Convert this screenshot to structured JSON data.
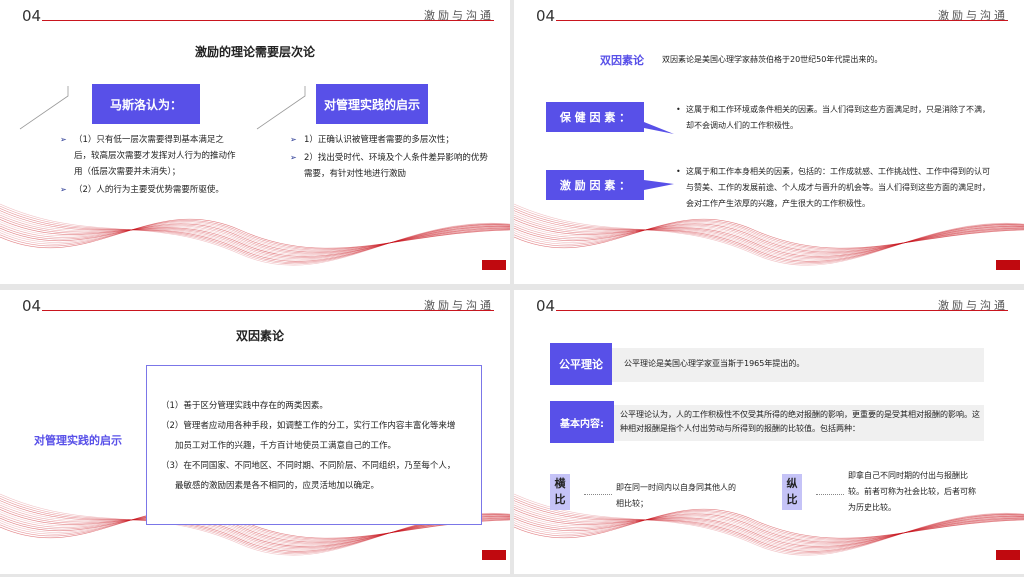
{
  "common": {
    "number": "04",
    "subject": "激励与沟通"
  },
  "slide1": {
    "title": "激励的理论需要层次论",
    "left_box": "马斯洛认为：",
    "right_box": "对管理实践的启示",
    "left_items": [
      "（1）只有低一层次需要得到基本满足之后，较高层次需要才发挥对人行为的推动作用（低层次需要并未消失）；",
      "（2）人的行为主要受优势需要所驱使。"
    ],
    "right_items": [
      "1）正确认识被管理者需要的多层次性；",
      "2）找出受时代、环境及个人条件差异影响的优势需要，有针对性地进行激励"
    ]
  },
  "slide2": {
    "heading": "双因素论",
    "intro": "双因素论是美国心理学家赫茨伯格于20世纪50年代提出来的。",
    "factor1_label": "保 健 因 素 ：",
    "factor1_text": "这属于和工作环境或条件相关的因素。当人们得到这些方面满足时，只是消除了不满，却不会调动人们的工作积极性。",
    "factor2_label": "激 励 因 素 ：",
    "factor2_text": "这属于和工作本身相关的因素，包括的：工作成就感、工作挑战性、工作中得到的认可与赞美、工作的发展前途、个人成才与晋升的机会等。当人们得到这些方面的满足时，会对工作产生浓厚的兴趣，产生很大的工作积极性。"
  },
  "slide3": {
    "title": "双因素论",
    "side_label": "对管理实践的启示",
    "items": [
      "（1）善于区分管理实践中存在的两类因素。",
      "（2）管理者应动用各种手段，如调整工作的分工，实行工作内容丰富化等来增加员工对工作的兴趣，千方百计地使员工满意自己的工作。",
      "（3）在不同国家、不同地区、不同时期、不同阶层、不同组织，乃至每个人，最敏感的激励因素是各不相同的，应灵活地加以确定。"
    ]
  },
  "slide4": {
    "label1": "公平理论",
    "text1": "公平理论是美国心理学家亚当斯于1965年提出的。",
    "label2": "基本内容:",
    "text2": "公平理论认为，人的工作积极性不仅受其所得的绝对报酬的影响，更重要的是受其相对报酬的影响。这种相对报酬是指个人付出劳动与所得到的报酬的比较值。包括两种：",
    "h_label_1": "横",
    "h_label_2": "比",
    "h_text": "即在同一时间内以自身同其他人的相比较；",
    "v_label_1": "纵",
    "v_label_2": "比",
    "v_text": "即拿自己不同时期的付出与报酬比较。前者可称为社会比较，后者可称为历史比较。"
  },
  "colors": {
    "accent": "#5850e8",
    "red": "#c9151e",
    "light_purple": "#c5c3f7"
  }
}
